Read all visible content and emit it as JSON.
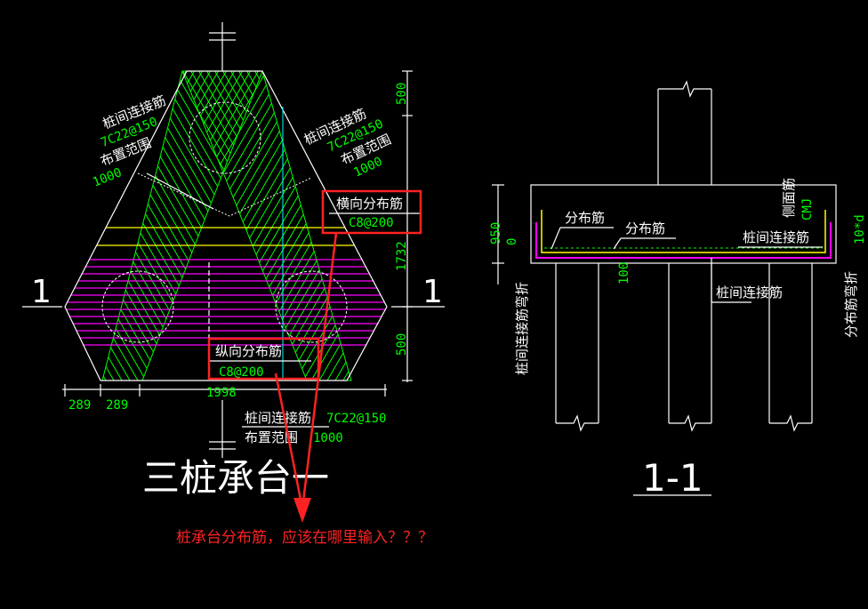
{
  "plan": {
    "title": "三桩承台一",
    "section_mark_left": "1",
    "section_mark_right": "1",
    "left_label": {
      "line1": "桩间连接筋",
      "line2": "7C22@150",
      "line3": "布置范围",
      "line4": "1000"
    },
    "right_label": {
      "line1": "桩间连接筋",
      "line2": "7C22@150",
      "line3": "布置范围",
      "line4": "1000"
    },
    "horizontal_dist": {
      "name": "横向分布筋",
      "value": "C8@200"
    },
    "vertical_dist": {
      "name": "纵向分布筋",
      "value": "C8@200"
    },
    "bottom_label": {
      "line1": "桩间连接筋",
      "value1": "7C22@150",
      "line2": "布置范围",
      "value2": "1000"
    },
    "dims": {
      "top": "500",
      "middle": "1732",
      "bottom": "500",
      "width": "1998",
      "left_a": "289",
      "left_b": "289"
    }
  },
  "section": {
    "title": "1-1",
    "dist_bar_a": "分布筋",
    "dist_bar_b": "分布筋",
    "side_bar": "侧面筋",
    "side_bar_code": "CMJ",
    "pile_link_a": "桩间连接筋",
    "pile_link_b": "桩间连接筋",
    "pile_link_bend": "桩间连接筋弯折",
    "dist_bend": "分布筋弯折",
    "right_dim": "10*d",
    "dim_height": "950",
    "dim_zero": "0",
    "dim_100": "100"
  },
  "question": "桩承台分布筋，应该在哪里输入？？？",
  "colors": {
    "background": "#000000",
    "green": "#00ff00",
    "magenta": "#ff00ff",
    "yellow": "#ffff00",
    "red": "#ff2222",
    "cyan": "#00ffff"
  }
}
